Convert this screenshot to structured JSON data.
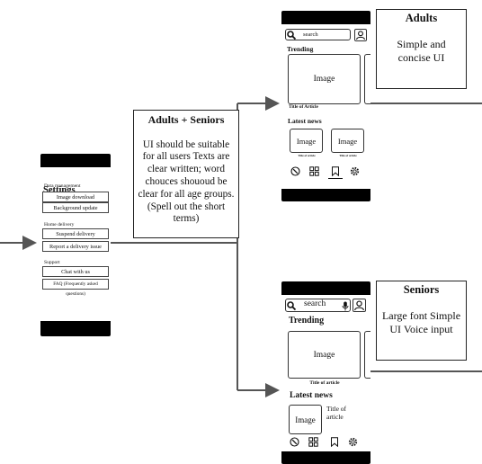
{
  "settings": {
    "title": "Settings",
    "sections": [
      {
        "heading": "Data management",
        "items": [
          "Image download",
          "Background update"
        ]
      },
      {
        "heading": "Home delivery",
        "items": [
          "Suspend delivery",
          "Report a delivery issue"
        ]
      },
      {
        "heading": "Support",
        "items": [
          "Chat with us",
          "FAQ (Frequently asked questions)"
        ]
      }
    ]
  },
  "note_all": {
    "title": "Adults + Seniors",
    "body": "UI should be suitable for all users Texts are clear written; word chouces shououd be clear for all age groups. (Spell out the short terms)"
  },
  "note_adults": {
    "title": "Adults",
    "body": "Simple and concise UI"
  },
  "note_seniors": {
    "title": "Seniors",
    "body": "Large font Simple UI Voice input"
  },
  "adult_mockup": {
    "search_placeholder": "search",
    "trending_heading": "Trending",
    "trending_image_label": "Image",
    "trending_caption": "Title of Article",
    "latest_heading": "Latest news",
    "latest_images": [
      "Image",
      "Image"
    ],
    "latest_captions": [
      "Title of article",
      "Title of article"
    ]
  },
  "senior_mockup": {
    "search_placeholder": "search",
    "trending_heading": "Trending",
    "trending_image_label": "Image",
    "trending_caption": "Title of article",
    "latest_heading": "Latest news",
    "latest_image_label": "Image",
    "latest_caption": "Title of article"
  },
  "icons": [
    "search-icon",
    "user-icon",
    "microphone-icon",
    "compass-icon",
    "grid-icon",
    "bookmark-icon",
    "gear-icon"
  ]
}
